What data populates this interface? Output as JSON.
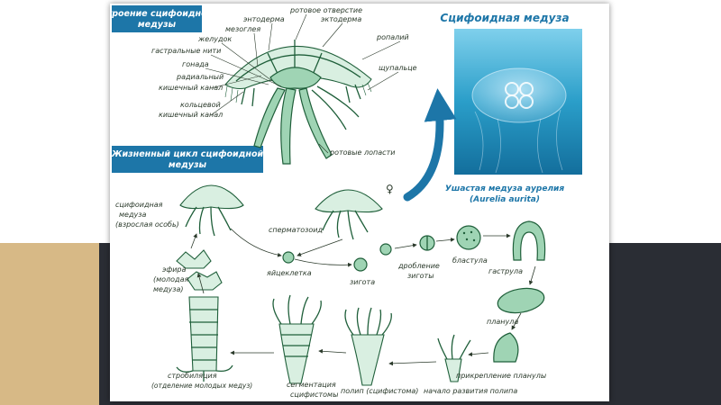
{
  "structure_title": [
    "Строение сцифоидной",
    "медузы"
  ],
  "lifecycle_title": [
    "Жизненный цикл сцифоидной",
    "медузы"
  ],
  "photo": {
    "title": "Сцифоидная медуза",
    "caption_line1": "Ушастая медуза аурелия",
    "caption_line2": "(Aurelia aurita)"
  },
  "anatomy_labels": {
    "mouth_opening": "ротовое отверстие",
    "endoderm": "энтодерма",
    "ectoderm": "эктодерма",
    "mesoglea": "мезоглея",
    "rhopalium": "ропалий",
    "stomach": "желудок",
    "gastric_filaments": "гастральные нити",
    "gonad": "гонада",
    "radial_canal_1": "радиальный",
    "radial_canal_2": "кишечный канал",
    "tentacle": "щупальце",
    "ring_canal_1": "кольцевой",
    "ring_canal_2": "кишечный канал",
    "oral_lobes": "ротовые лопасти"
  },
  "lifecycle_labels": {
    "adult_1": "сцифоидная",
    "adult_2": "медуза",
    "adult_3": "(взрослая особь)",
    "female_symbol": "♀",
    "sperm": "сперматозоид",
    "egg": "яйцеклетка",
    "zygote": "зигота",
    "cleavage_1": "дробление",
    "cleavage_2": "зиготы",
    "blastula": "бластула",
    "gastrula": "гаструла",
    "ephyra_1": "эфира",
    "ephyra_2": "(молодая",
    "ephyra_3": "медуза)",
    "planula": "планула",
    "attachment": "прикрепление планулы",
    "polyp_start": "начало развития полипа",
    "polyp": "полип (сцифистома)",
    "segmentation_1": "сегментация",
    "segmentation_2": "сцифистомы",
    "strobilation_1": "стробиляция",
    "strobilation_2": "(отделение молодых медуз)"
  },
  "colors": {
    "title_box": "#1d76a8",
    "drawing": "#1f5f3a",
    "photo_water": "#2a9ec9"
  }
}
